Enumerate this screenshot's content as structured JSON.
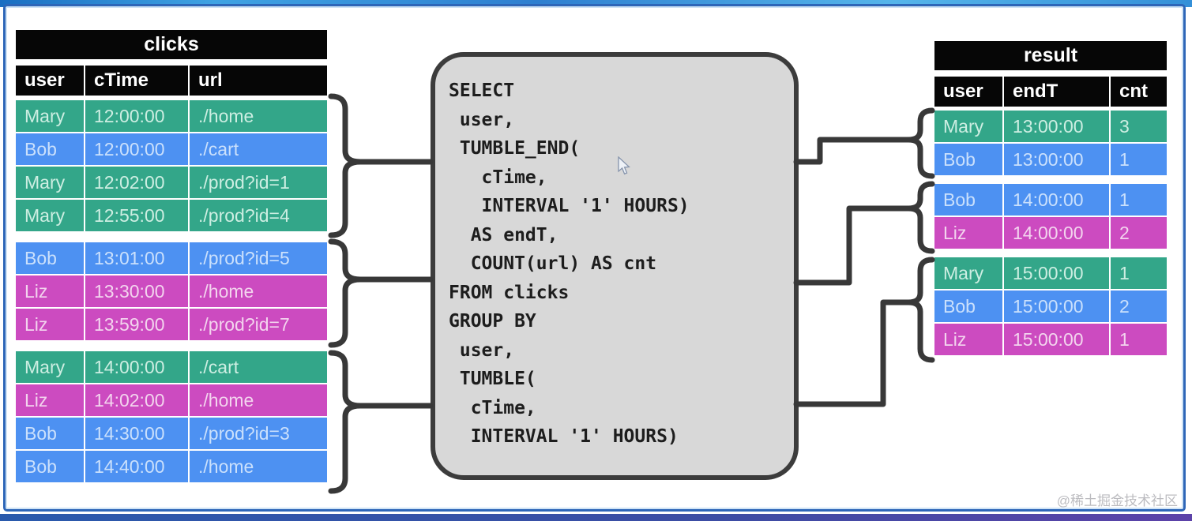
{
  "clicks_table": {
    "title": "clicks",
    "columns": [
      "user",
      "cTime",
      "url"
    ],
    "groups": [
      {
        "rows": [
          {
            "c": "green",
            "cells": [
              "Mary",
              "12:00:00",
              "./home"
            ]
          },
          {
            "c": "blue",
            "cells": [
              "Bob",
              "12:00:00",
              "./cart"
            ]
          },
          {
            "c": "green",
            "cells": [
              "Mary",
              "12:02:00",
              "./prod?id=1"
            ]
          },
          {
            "c": "green",
            "cells": [
              "Mary",
              "12:55:00",
              "./prod?id=4"
            ]
          }
        ]
      },
      {
        "rows": [
          {
            "c": "blue",
            "cells": [
              "Bob",
              "13:01:00",
              "./prod?id=5"
            ]
          },
          {
            "c": "magenta",
            "cells": [
              "Liz",
              "13:30:00",
              "./home"
            ]
          },
          {
            "c": "magenta",
            "cells": [
              "Liz",
              "13:59:00",
              "./prod?id=7"
            ]
          }
        ]
      },
      {
        "rows": [
          {
            "c": "green",
            "cells": [
              "Mary",
              "14:00:00",
              "./cart"
            ]
          },
          {
            "c": "magenta",
            "cells": [
              "Liz",
              "14:02:00",
              "./home"
            ]
          },
          {
            "c": "blue",
            "cells": [
              "Bob",
              "14:30:00",
              "./prod?id=3"
            ]
          },
          {
            "c": "blue",
            "cells": [
              "Bob",
              "14:40:00",
              "./home"
            ]
          }
        ]
      }
    ]
  },
  "sql": {
    "lines": [
      "SELECT",
      " user,",
      " TUMBLE_END(",
      "   cTime,",
      "   INTERVAL '1' HOURS)",
      "  AS endT,",
      "  COUNT(url) AS cnt",
      "FROM clicks",
      "GROUP BY",
      " user,",
      " TUMBLE(",
      "  cTime,",
      "  INTERVAL '1' HOURS)"
    ]
  },
  "result_table": {
    "title": "result",
    "columns": [
      "user",
      "endT",
      "cnt"
    ],
    "groups": [
      {
        "rows": [
          {
            "c": "green",
            "cells": [
              "Mary",
              "13:00:00",
              "3"
            ]
          },
          {
            "c": "blue",
            "cells": [
              "Bob",
              "13:00:00",
              "1"
            ]
          }
        ]
      },
      {
        "rows": [
          {
            "c": "blue",
            "cells": [
              "Bob",
              "14:00:00",
              "1"
            ]
          },
          {
            "c": "magenta",
            "cells": [
              "Liz",
              "14:00:00",
              "2"
            ]
          }
        ]
      },
      {
        "rows": [
          {
            "c": "green",
            "cells": [
              "Mary",
              "15:00:00",
              "1"
            ]
          },
          {
            "c": "blue",
            "cells": [
              "Bob",
              "15:00:00",
              "2"
            ]
          },
          {
            "c": "magenta",
            "cells": [
              "Liz",
              "15:00:00",
              "1"
            ]
          }
        ]
      }
    ]
  },
  "watermark": "@稀土掘金技术社区",
  "colors": {
    "green_bg": "#33a689",
    "green_text": "#cdeee2",
    "blue_bg": "#4d91f2",
    "blue_text": "#cae0fc",
    "magenta_bg": "#cc4bc0",
    "magenta_text": "#f3d4ee",
    "header_bg": "#060606",
    "header_text": "#ffffff",
    "sql_bg": "#d8d8d8",
    "sql_border": "#3c3c3c",
    "sql_text": "#1d1d1d",
    "brace": "#383838",
    "watermark": "#bcbcc0"
  }
}
